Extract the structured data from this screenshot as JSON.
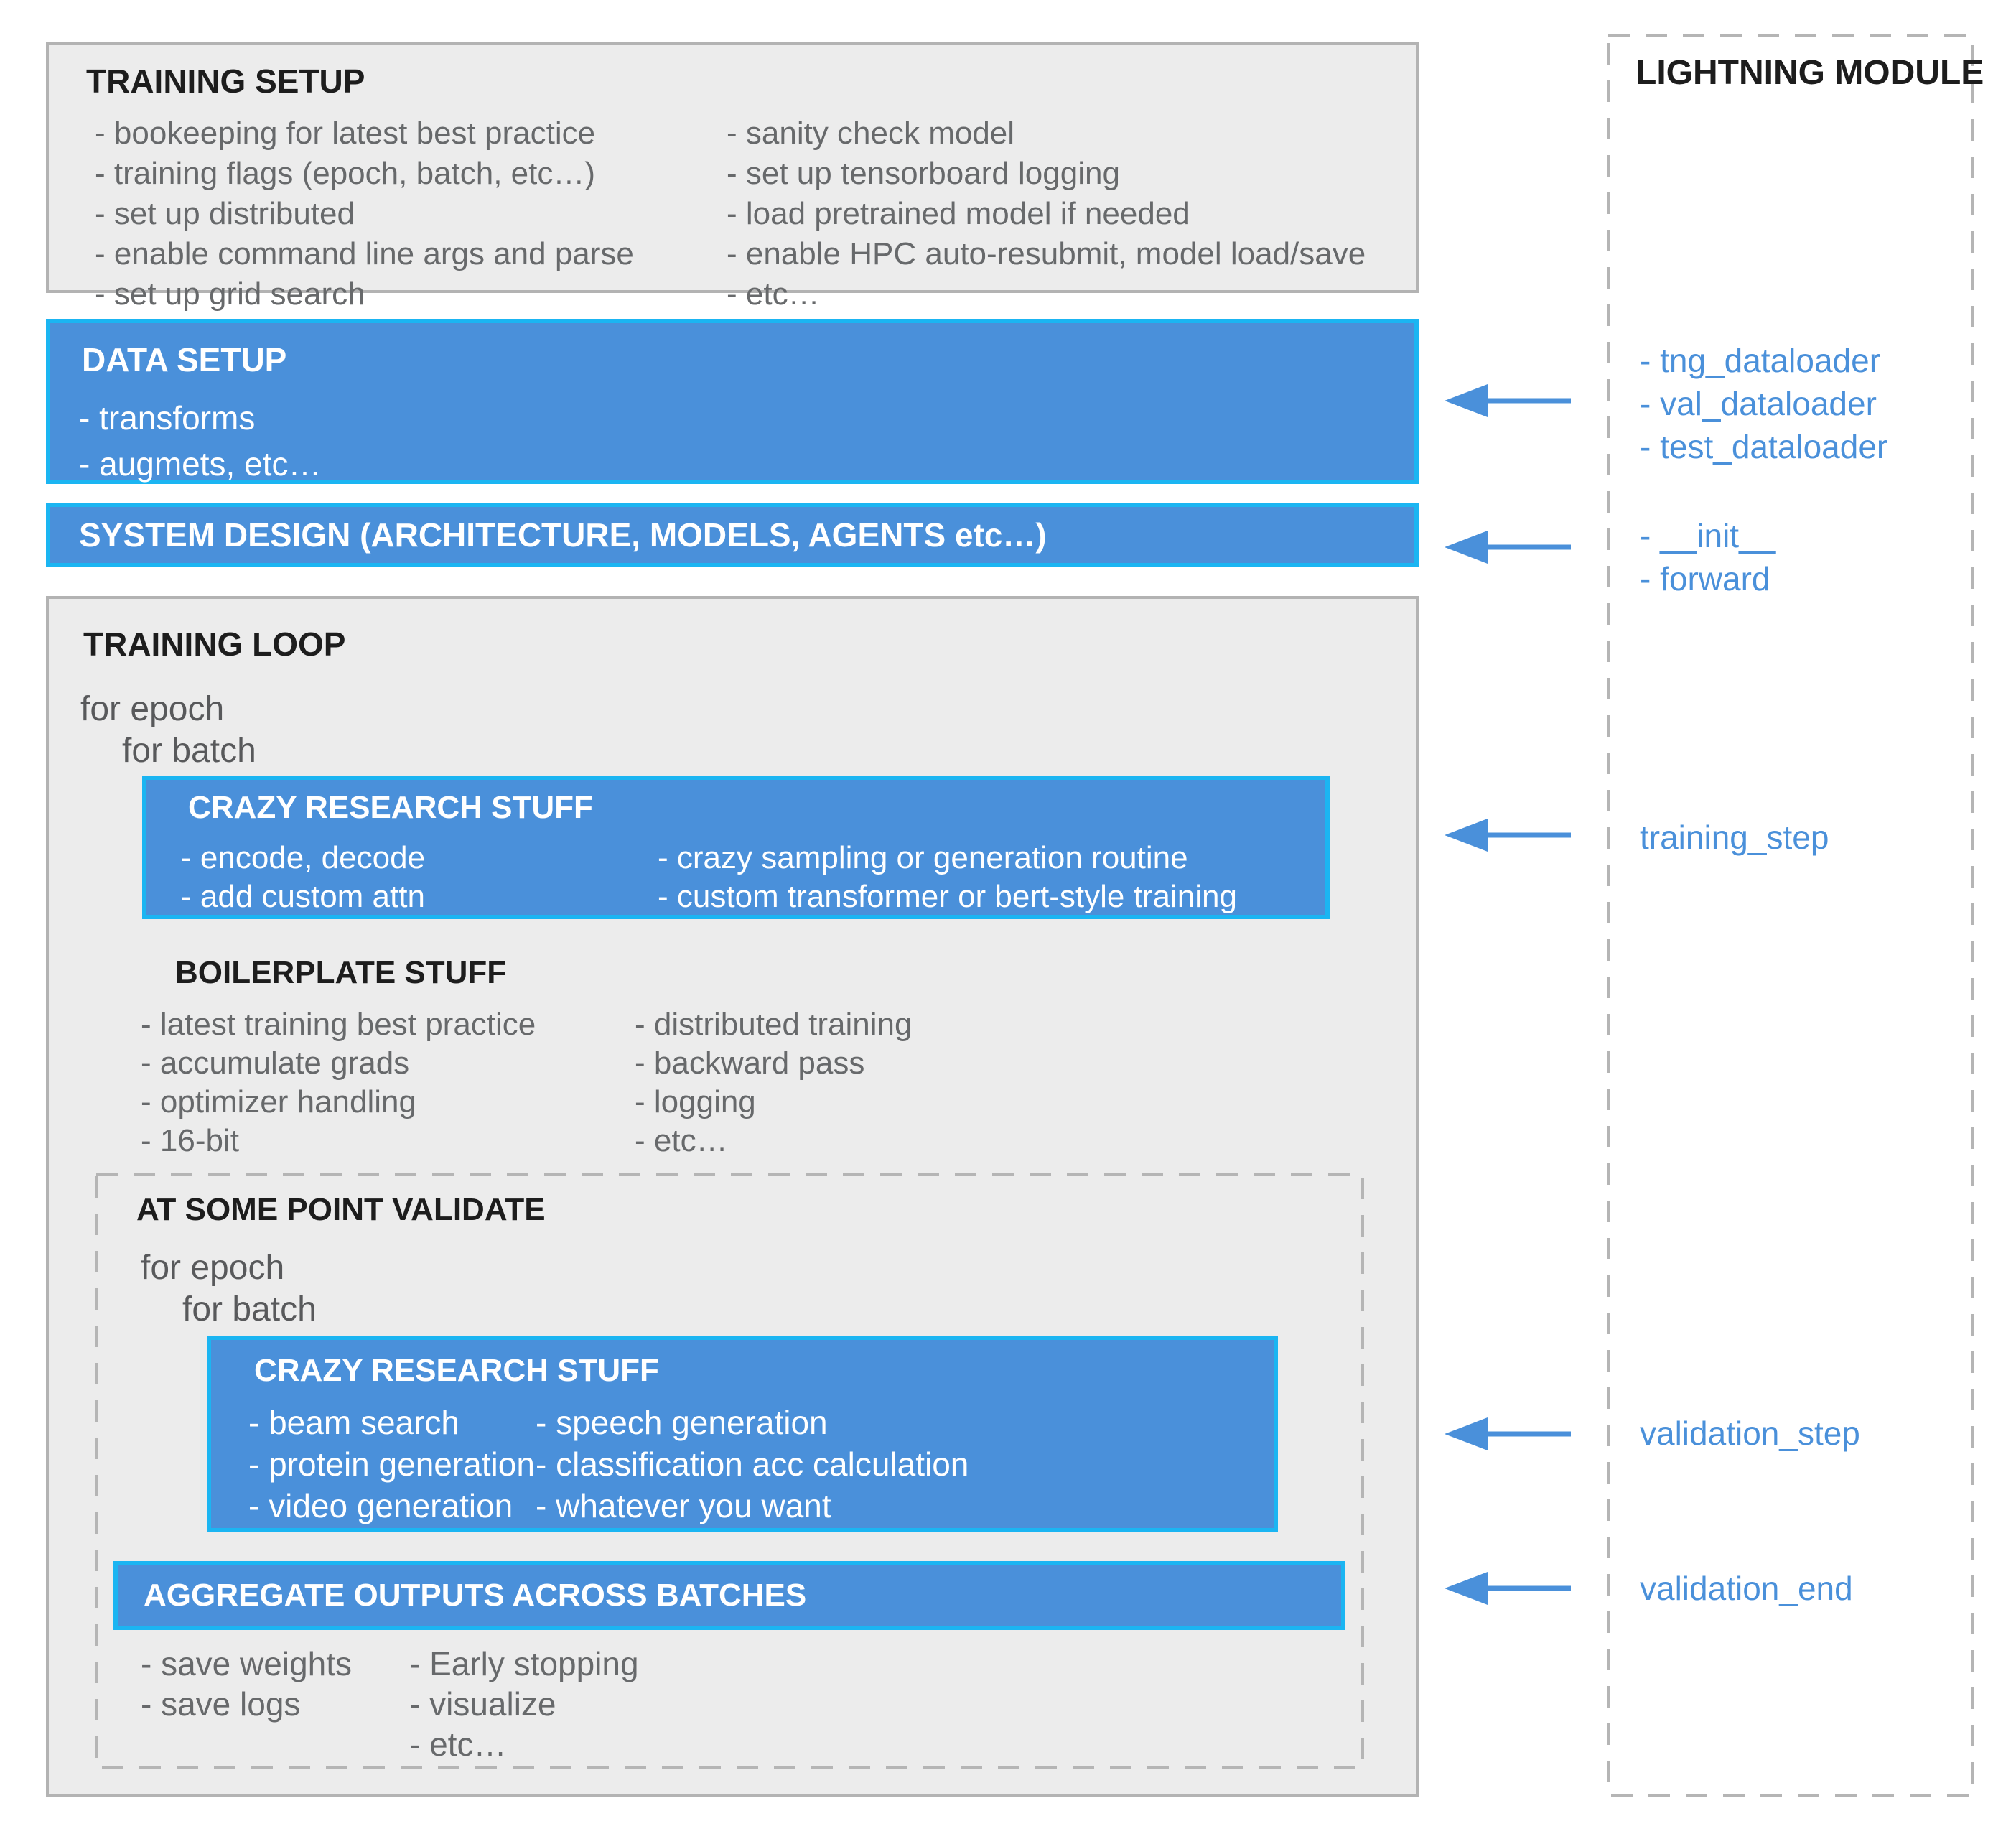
{
  "colors": {
    "accent_blue": "#4a90da",
    "cyan_border": "#1bb5f2",
    "box_gray": "#ececec",
    "box_border_gray": "#b3b3b3",
    "dashed_border_gray": "#b5b5b5",
    "text_dark": "#1d1d1d",
    "text_gray": "#67696b",
    "blue_label_text": "#4a90da"
  },
  "training_setup": {
    "title": "TRAINING SETUP",
    "left_items": [
      "- bookeeping for latest best practice",
      "- training flags (epoch, batch, etc…)",
      "- set up distributed",
      "- enable command line args and parse",
      "- set up grid search"
    ],
    "right_items": [
      "- sanity check model",
      "- set up tensorboard logging",
      "- load pretrained model if needed",
      "- enable HPC auto-resubmit, model load/save",
      "- etc…"
    ]
  },
  "data_setup": {
    "title": "DATA SETUP",
    "items": [
      "- transforms",
      "- augmets, etc…"
    ]
  },
  "system_design": {
    "title": "SYSTEM DESIGN (ARCHITECTURE, MODELS, AGENTS etc…)"
  },
  "training_loop": {
    "title": "TRAINING LOOP",
    "loop_lines": [
      "for epoch",
      "for batch"
    ],
    "crazy_research": {
      "title": "CRAZY RESEARCH STUFF",
      "left_items": [
        "- encode, decode",
        "- add custom attn"
      ],
      "right_items": [
        "- crazy sampling or generation routine",
        "- custom transformer or bert-style training"
      ]
    },
    "boilerplate": {
      "title": "BOILERPLATE STUFF",
      "left_items": [
        "- latest training best practice",
        "- accumulate grads",
        "- optimizer handling",
        "- 16-bit"
      ],
      "right_items": [
        "- distributed training",
        "- backward pass",
        "- logging",
        "- etc…"
      ]
    },
    "validate": {
      "title": "AT SOME POINT VALIDATE",
      "loop_lines": [
        "for epoch",
        "for batch"
      ],
      "crazy_research": {
        "title": "CRAZY RESEARCH STUFF",
        "left_items": [
          "- beam search",
          "- protein generation",
          "- video generation"
        ],
        "right_items": [
          "- speech generation",
          "- classification acc calculation",
          "- whatever you want"
        ]
      },
      "aggregate_title": "AGGREGATE OUTPUTS ACROSS BATCHES",
      "post_left_items": [
        "- save weights",
        "- save logs"
      ],
      "post_right_items": [
        "- Early stopping",
        "- visualize",
        "- etc…"
      ]
    }
  },
  "lightning_module": {
    "title": "LIGHTNING MODULE",
    "dataloader_items": [
      "- tng_dataloader",
      "- val_dataloader",
      "- test_dataloader"
    ],
    "init_items": [
      "- __init__",
      "- forward"
    ],
    "training_step_label": "training_step",
    "validation_step_label": "validation_step",
    "validation_end_label": "validation_end"
  }
}
